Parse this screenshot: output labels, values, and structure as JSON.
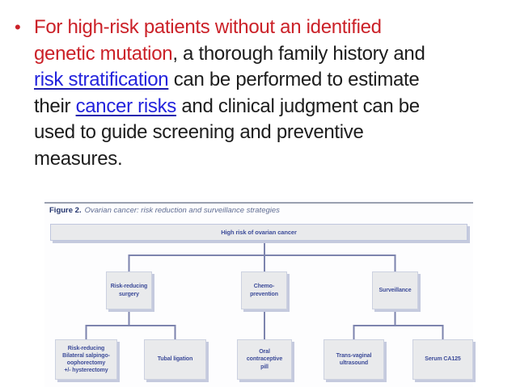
{
  "slide": {
    "bullet": "•",
    "text": {
      "line1_red": "For high-risk patients without an identified",
      "line2_red": "genetic mutation",
      "line2_rest": ", a thorough family history and",
      "line3_link": "risk stratification",
      "line3_rest": " can be performed to estimate",
      "line4_pre": "their ",
      "line4_link": "cancer risks",
      "line4_rest": " and clinical judgment can be",
      "line5": "used to guide screening and preventive",
      "line6": "measures."
    }
  },
  "figure": {
    "label": "Figure 2.",
    "caption": "Ovarian cancer: risk reduction and surveillance strategies",
    "nodes": {
      "root": "High risk of ovarian cancer",
      "surgery": "Risk-reducing\nsurgery",
      "chemo": "Chemo-\nprevention",
      "surveillance": "Surveillance",
      "bso": "Risk-reducing\nBilateral salpingo-\noophorectomy\n+/- hysterectomy",
      "tubal": "Tubal ligation",
      "ocp": "Oral\ncontraceptive\npill",
      "tvu": "Trans-vaginal\nultrasound",
      "ca125": "Serum CA125"
    }
  },
  "colors": {
    "bullet_red": "#cb2128",
    "link_blue": "#2323dd",
    "box_text_navy": "#3d4c99",
    "box_fill": "#e9eaec",
    "connector": "#7d84ae"
  }
}
